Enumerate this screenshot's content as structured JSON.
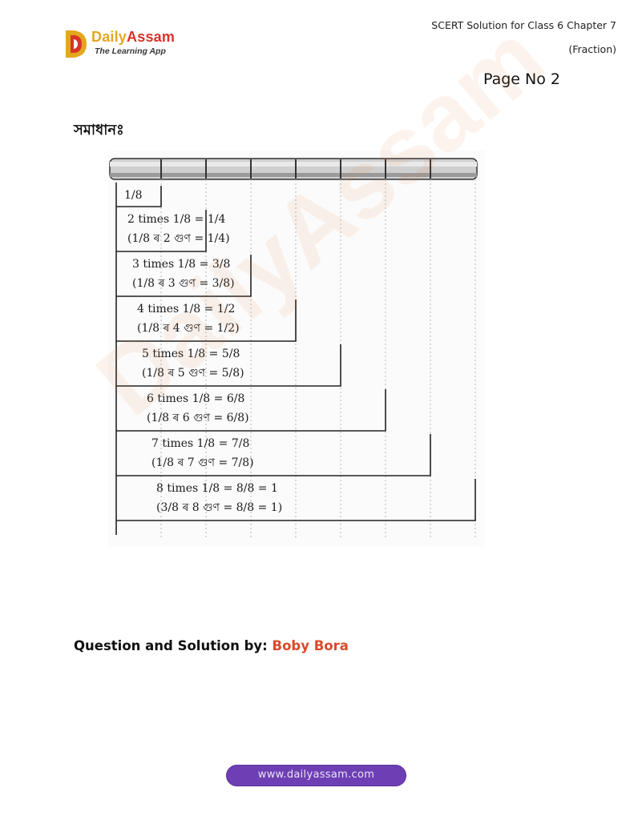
{
  "header": {
    "logo_word1": "Daily",
    "logo_word2": "Assam",
    "logo_tagline": "The Learning App",
    "subject_line": "SCERT Solution for Class 6 Chapter 7",
    "chapter_name": "(Fraction)",
    "page_number": "Page No 2"
  },
  "body": {
    "solution_label": "সমাধানঃ",
    "figure_rows": [
      {
        "line1": "1/8",
        "line2": ""
      },
      {
        "line1": "2 times 1/8 = 1/4",
        "line2": "(1/8 ৰ 2 গুণ = 1/4)"
      },
      {
        "line1": "3 times 1/8 = 3/8",
        "line2": "(1/8 ৰ 3 গুণ = 3/8)"
      },
      {
        "line1": "4 times 1/8 = 1/2",
        "line2": "(1/8 ৰ 4 গুণ = 1/2)"
      },
      {
        "line1": "5 times 1/8 = 5/8",
        "line2": "(1/8 ৰ 5 গুণ = 5/8)"
      },
      {
        "line1": "6 times 1/8 = 6/8",
        "line2": "(1/8 ৰ 6 গুণ = 6/8)"
      },
      {
        "line1": "7 times 1/8 = 7/8",
        "line2": "(1/8 ৰ 7 গুণ = 7/8)"
      },
      {
        "line1": "8 times 1/8 = 8/8 = 1",
        "line2": "(3/8 ৰ 8 গুণ = 8/8 = 1)"
      }
    ],
    "watermark": "DailyAssam"
  },
  "credit": {
    "label": "Question and Solution by:",
    "author": "Boby Bora"
  },
  "footer": {
    "website": "www.dailyassam.com"
  },
  "colors": {
    "logo_yellow": "#e3a71e",
    "logo_red": "#d8332a",
    "author_orange": "#d94a2b",
    "footer_purple": "#6e3fb4"
  }
}
